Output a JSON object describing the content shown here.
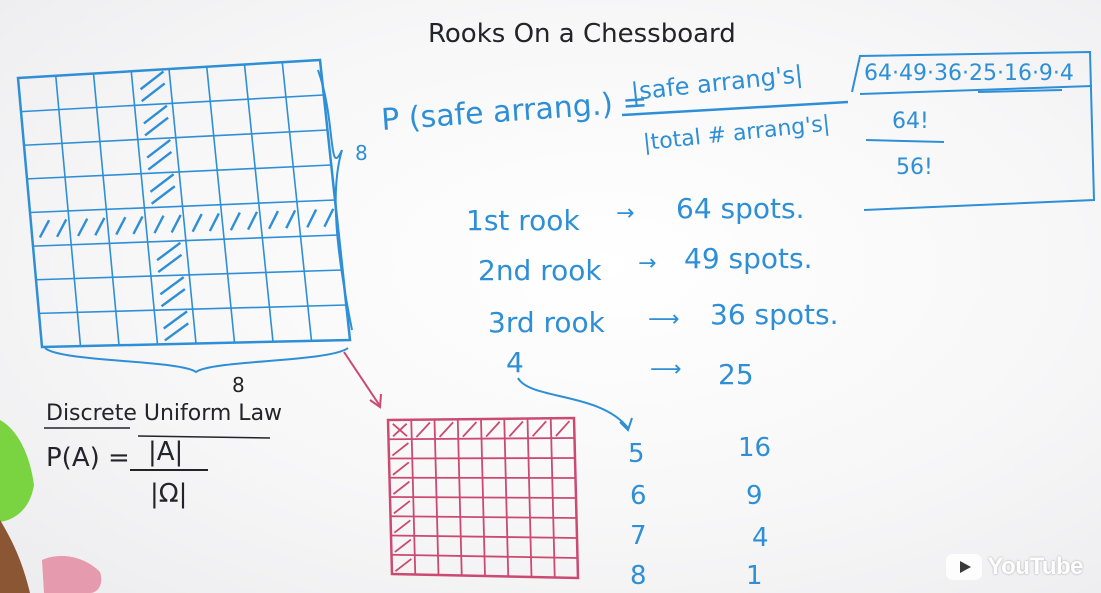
{
  "board": {
    "title": "Rooks On a Chessboard",
    "size_label_side": "8",
    "size_label_bottom": "8",
    "formula": {
      "p_label": "P (safe arrang.) =",
      "numerator": "|safe arrang's|",
      "denominator": "|total # arrang's|"
    },
    "result_box": {
      "product": "64·49·36·25·16·9·4",
      "numerator": "64!",
      "denominator": "56!"
    },
    "rook_steps": [
      {
        "label": "1st rook",
        "spots": "64 spots."
      },
      {
        "label": "2nd rook",
        "spots": "49 spots."
      },
      {
        "label": "3rd rook",
        "spots": "36 spots."
      }
    ],
    "fourth": {
      "label": "4",
      "value": "25"
    },
    "remaining": [
      {
        "n": "5",
        "v": "16"
      },
      {
        "n": "6",
        "v": "9"
      },
      {
        "n": "7",
        "v": "4"
      },
      {
        "n": "8",
        "v": "1"
      }
    ],
    "law": {
      "title": "Discrete Uniform Law",
      "lhs": "P(A) =",
      "numerator": "|A|",
      "denominator": "|Ω|"
    },
    "colors": {
      "ink_black": "#23232a",
      "ink_blue": "#2e8fd6",
      "ink_pink": "#cc4a72"
    }
  },
  "watermark": {
    "brand": "YouTube",
    "icon": "play-icon"
  }
}
